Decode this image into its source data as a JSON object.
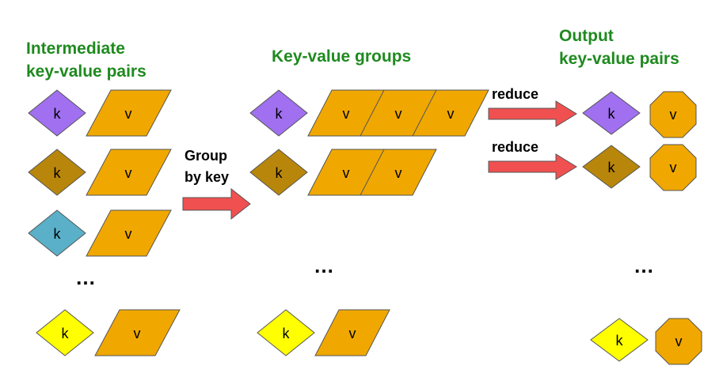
{
  "headers": {
    "intermediate_line1": "Intermediate",
    "intermediate_line2": "key-value pairs",
    "groups": "Key-value groups",
    "output_line1": "Output",
    "output_line2": "key-value pairs"
  },
  "labels": {
    "group_line1": "Group",
    "group_line2": "by key",
    "reduce": "reduce",
    "key": "k",
    "value": "v",
    "ellipsis": "…"
  },
  "colors": {
    "header_green": "#1f8a1f",
    "value_orange": "#f0a800",
    "key_purple": "#a070f0",
    "key_brown": "#b8860b",
    "key_teal": "#5ab0c8",
    "key_yellow": "#ffff00",
    "arrow_red": "#f05050"
  }
}
